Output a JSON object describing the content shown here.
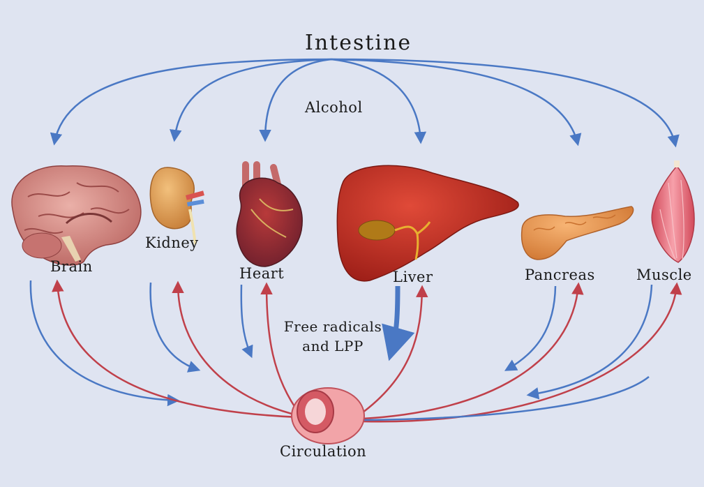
{
  "diagram": {
    "title": "Intestine",
    "source_label": "Alcohol",
    "hub_label": "Circulation",
    "organs": {
      "brain": "Brain",
      "kidney": "Kidney",
      "heart": "Heart",
      "liver": "Liver",
      "pancreas": "Pancreas",
      "muscle": "Muscle"
    },
    "liver_output": {
      "line1": "Free radicals",
      "line2": "and LPP"
    }
  },
  "colors": {
    "background": "#dfe4f1",
    "intestine_arrows": "#4a78c4",
    "to_circulation_arrows": "#4a78c4",
    "from_circulation_arrows": "#c0404a",
    "organ_red": "#c8362a",
    "brain_pink": "#d98a88",
    "kidney_orange": "#e6a35c",
    "pancreas_orange": "#ec9a55",
    "muscle_pink": "#e8707c"
  },
  "icons": [
    "brain-icon",
    "kidney-icon",
    "heart-icon",
    "liver-icon",
    "pancreas-icon",
    "muscle-icon",
    "blood-vessel-icon"
  ]
}
